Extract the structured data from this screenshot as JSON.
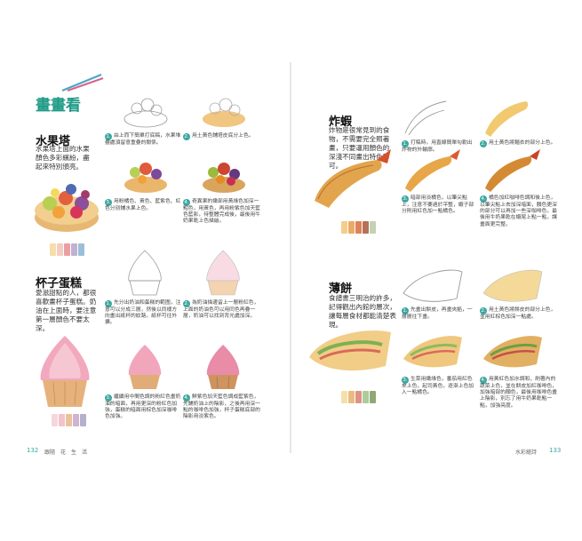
{
  "left": {
    "header": "畫畫看",
    "fruit_tart": {
      "title": "水果塔",
      "blurb": "水果塔上面的水果顏色多彩繽紛，盡起來特別頒亮。",
      "swatches": [
        "#f4d79a",
        "#f2c4b6",
        "#e98e92",
        "#b7a3c9",
        "#8bb4d1"
      ],
      "steps": [
        {
          "n": "1.",
          "text": "由上而下簡單打底稿，水果堆疊處須留意重疊的關係。"
        },
        {
          "n": "2.",
          "text": "用土黃色鋪塔皮底分上色。"
        },
        {
          "n": "3.",
          "text": "用粉橘色、黃色、藍紫色、紅色分別鋪水果上色。"
        },
        {
          "n": "4.",
          "text": "奇異果的嫩部用黃綠色加深一點色，用黃色，再用粉紫色加天藍色藍影，待整體完成後，最後用牛奶果乾上色描繪。"
        }
      ]
    },
    "cupcake": {
      "title": "杯子蛋糕",
      "blurb": "愛滋甜點的人，都很喜歡畫杯子蛋糕。奶油在上面時，要注意第一層顏色不要太深。",
      "swatches": [
        "#f5cfd6",
        "#f0b7c4",
        "#e6b788",
        "#c9a6c4",
        "#a9a1c4"
      ],
      "steps": [
        {
          "n": "1.",
          "text": "先分出奶油和蛋糕的範圍，注意可以分成三層，然後以同樣方向畫出紙杯的紋路，紙杯可往外擴。"
        },
        {
          "n": "2.",
          "text": "為奶油描邊留上一層粉紅色，上面的奶油色可以用同色再疊一層，奶油可以找到背光處加深。"
        },
        {
          "n": "3.",
          "text": "繼續用中間色調的粉紅色畫奶油的暗面，再用更深的粉紅色加強，蛋糕的暗面用棕色加深咖啡色加強。"
        },
        {
          "n": "4.",
          "text": "鮮紫色加天藍色調成藍紫色，先鋪奶油上的陰影，之後再用深一點的咖啡色加強，杯子蛋糕底部的陰影用淡紫色。"
        }
      ]
    },
    "footer": {
      "page": "132",
      "running": "跟隨　花　生　活"
    }
  },
  "right": {
    "shrimp": {
      "title": "炸蝦",
      "blurb": "炸物是很常見到的食物，不需要完全照著畫，只要運用顏色的深淺不同畫出特色即可。",
      "swatches": [
        "#f1c476",
        "#e79b4e",
        "#d66f3c",
        "#a8593c",
        "#b9c9a8"
      ],
      "steps": [
        {
          "n": "1.",
          "text": "打稿時，用直線簡單勾勒出炸物的外輪廓。"
        },
        {
          "n": "2.",
          "text": "用土黃色將麵衣的部分上色。"
        },
        {
          "n": "3.",
          "text": "暗部用淡橘色，以筆尖點上，注意不要過於平整，蝦子部分則用紅色加一點橘色。"
        },
        {
          "n": "4.",
          "text": "橘色加紅咖啡色調和後上色，以筆尖點上去加深暗面，顏色更深的部分可以再加一些深咖啡色，最後用牛奶果乾在蝦尾上點一點，讓畫面更完整。"
        }
      ]
    },
    "wrap": {
      "title": "薄餅",
      "blurb": "食譜書三明治的許多，記得觀出內館的層次，讓每層食材都能清楚表現。",
      "swatches": [
        "#f4d99a",
        "#e4b06b",
        "#d98070",
        "#9fc28a",
        "#7a9a5c"
      ],
      "steps": [
        {
          "n": "1.",
          "text": "先畫出餅皮，再畫夾餡，一層層往下畫。"
        },
        {
          "n": "2.",
          "text": "用土黃色將餅皮的部分上色，並用紅棕色加深一點處。"
        },
        {
          "n": "3.",
          "text": "生菜用嫩綠色，番茄用紅色來上色，起司黃色，逐漸上色加入一點橘色。"
        },
        {
          "n": "4.",
          "text": "用黃紅色加水調和，刷著內的蔬菜上色，並在餅皮加紅咖啡色，加強暗部的顏色，最後用咖啡色畫上陰影，別忘了用牛奶果乾點一點，加強亮度。"
        }
      ]
    },
    "footer": {
      "page": "133",
      "running": "水彩繪詩"
    }
  }
}
